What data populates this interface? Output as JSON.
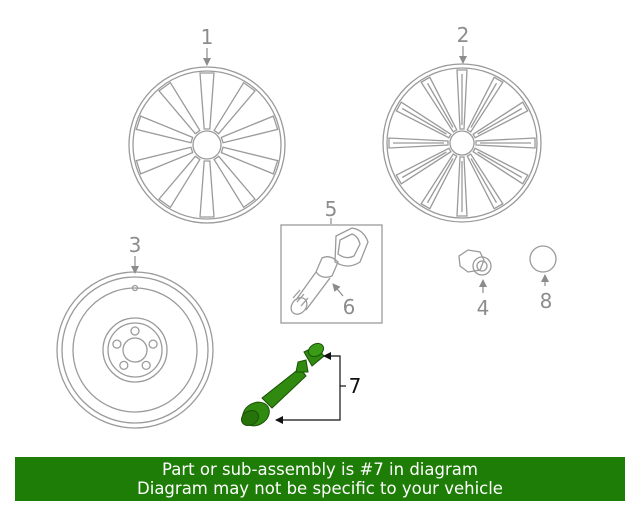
{
  "callouts": {
    "c1": "1",
    "c2": "2",
    "c3": "3",
    "c4": "4",
    "c5": "5",
    "c6": "6",
    "c7": "7",
    "c8": "8"
  },
  "banner": {
    "line1": "Part or sub-assembly is #7 in diagram",
    "line2": "Diagram may not be specific to your vehicle"
  },
  "colors": {
    "line_art": "#9a9a9a",
    "highlight_part": "#2f8a0f",
    "banner_bg": "#1e7d06",
    "banner_text": "#ffffff"
  }
}
